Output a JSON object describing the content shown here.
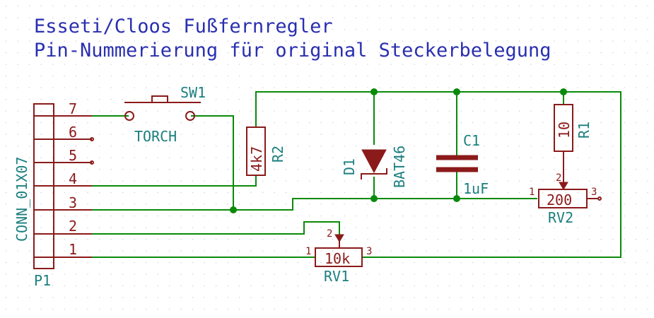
{
  "title": {
    "line1": "Esseti/Cloos Fußfernregler",
    "line2": "Pin-Nummerierung für original Steckerbelegung"
  },
  "connector": {
    "value": "CONN_01X07",
    "ref": "P1",
    "pins": [
      "7",
      "6",
      "5",
      "4",
      "3",
      "2",
      "1"
    ]
  },
  "sw1": {
    "ref": "SW1",
    "value": "TORCH"
  },
  "r2": {
    "ref": "R2",
    "value": "4k7"
  },
  "d1": {
    "ref": "D1",
    "value": "BAT46"
  },
  "c1": {
    "ref": "C1",
    "value": "1uF"
  },
  "r1": {
    "ref": "R1",
    "value": "10"
  },
  "rv2": {
    "ref": "RV2",
    "value": "200",
    "pin1": "1",
    "pin2": "2",
    "pin3": "3"
  },
  "rv1": {
    "ref": "RV1",
    "value": "10k",
    "pin1": "1",
    "pin2": "2",
    "pin3": "3"
  },
  "colors": {
    "title": "#2a2fb0",
    "wire": "#0a8a0a",
    "component": "#8b1a1a",
    "label": "#1b7f7f",
    "grid": "#c8c8c8"
  }
}
